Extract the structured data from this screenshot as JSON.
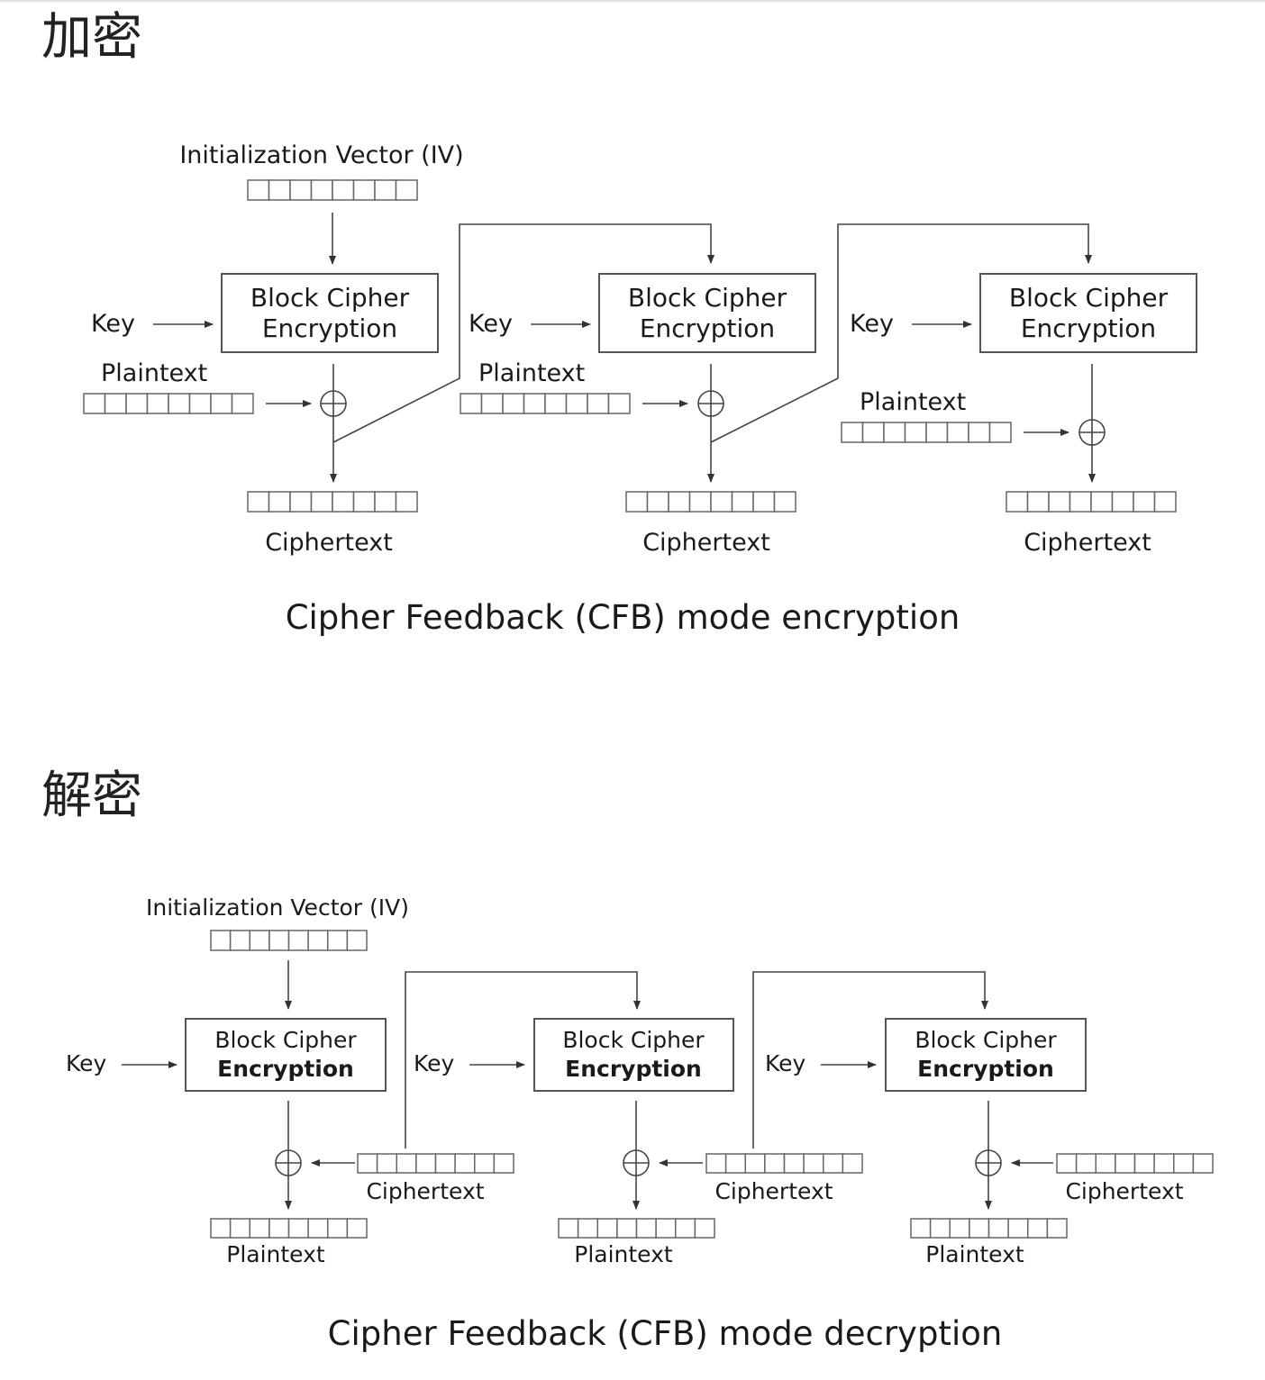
{
  "encrypt": {
    "heading": "加密",
    "iv_label": "Initialization Vector (IV)",
    "stages": [
      {
        "block_line1": "Block Cipher",
        "block_line2": "Encryption",
        "key": "Key",
        "plaintext": "Plaintext",
        "ciphertext": "Ciphertext"
      },
      {
        "block_line1": "Block Cipher",
        "block_line2": "Encryption",
        "key": "Key",
        "plaintext": "Plaintext",
        "ciphertext": "Ciphertext"
      },
      {
        "block_line1": "Block Cipher",
        "block_line2": "Encryption",
        "key": "Key",
        "plaintext": "Plaintext",
        "ciphertext": "Ciphertext"
      }
    ],
    "caption": "Cipher Feedback (CFB) mode encryption"
  },
  "decrypt": {
    "heading": "解密",
    "iv_label": "Initialization Vector (IV)",
    "stages": [
      {
        "block_line1": "Block Cipher",
        "block_line2": "Encryption",
        "key": "Key",
        "ciphertext": "Ciphertext",
        "plaintext": "Plaintext"
      },
      {
        "block_line1": "Block Cipher",
        "block_line2": "Encryption",
        "key": "Key",
        "ciphertext": "Ciphertext",
        "plaintext": "Plaintext"
      },
      {
        "block_line1": "Block Cipher",
        "block_line2": "Encryption",
        "key": "Key",
        "ciphertext": "Ciphertext",
        "plaintext": "Plaintext"
      }
    ],
    "caption": "Cipher Feedback (CFB) mode decryption"
  }
}
